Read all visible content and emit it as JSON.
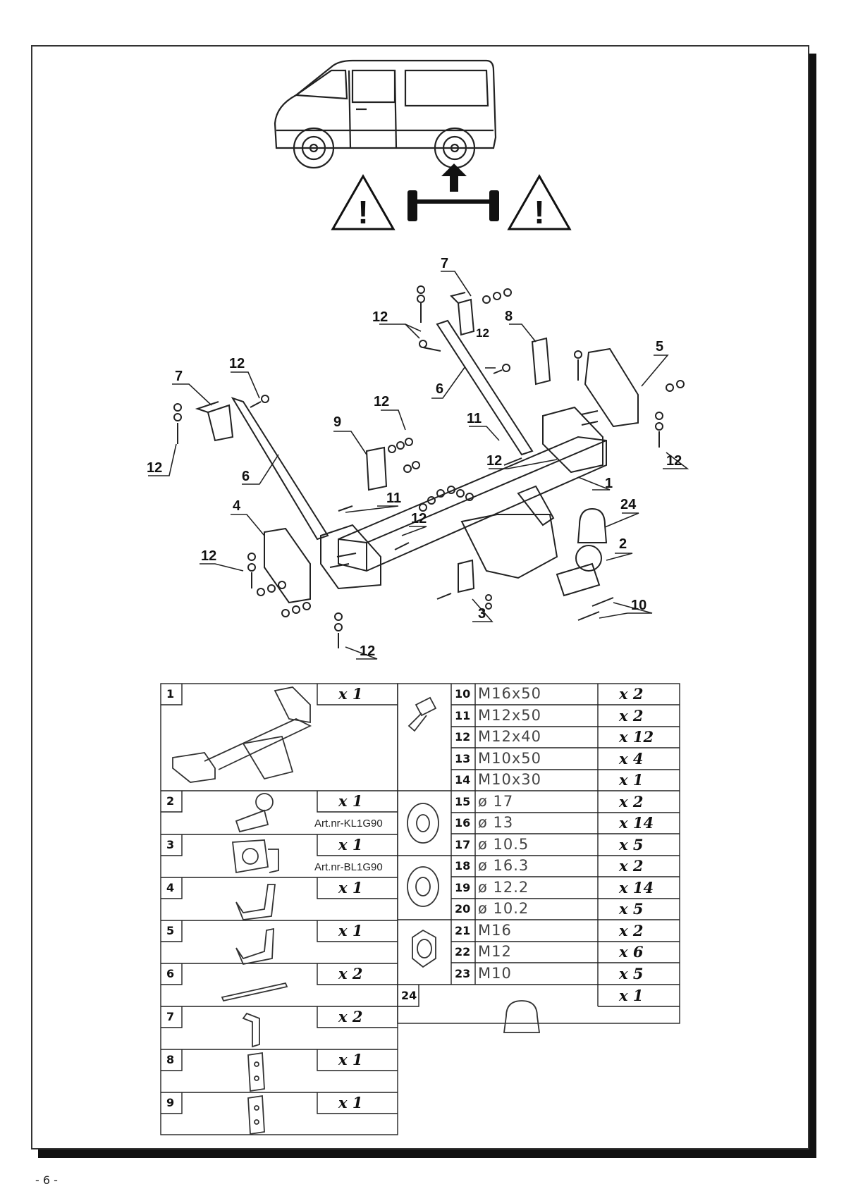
{
  "page": {
    "number": "- 6 -"
  },
  "warning": {
    "symbol": "!"
  },
  "diagram_labels": [
    {
      "key": "l7a",
      "text": "7"
    },
    {
      "key": "l12a",
      "text": "12"
    },
    {
      "key": "l8",
      "text": "8"
    },
    {
      "key": "l12b",
      "text": "12"
    },
    {
      "key": "l5",
      "text": "5"
    },
    {
      "key": "l6a",
      "text": "6"
    },
    {
      "key": "l11a",
      "text": "11"
    },
    {
      "key": "l12c",
      "text": "12"
    },
    {
      "key": "l12d",
      "text": "12"
    },
    {
      "key": "l1",
      "text": "1"
    },
    {
      "key": "l7b",
      "text": "7"
    },
    {
      "key": "l12e",
      "text": "12"
    },
    {
      "key": "l12f",
      "text": "12"
    },
    {
      "key": "l9",
      "text": "9"
    },
    {
      "key": "l12g",
      "text": "12"
    },
    {
      "key": "l6b",
      "text": "6"
    },
    {
      "key": "l11b",
      "text": "11"
    },
    {
      "key": "l24",
      "text": "24"
    },
    {
      "key": "l4",
      "text": "4"
    },
    {
      "key": "l12h",
      "text": "12"
    },
    {
      "key": "l2",
      "text": "2"
    },
    {
      "key": "l12i",
      "text": "12"
    },
    {
      "key": "l10",
      "text": "10"
    },
    {
      "key": "l3",
      "text": "3"
    },
    {
      "key": "l12j",
      "text": "12"
    }
  ],
  "parts_left": [
    {
      "num": "1",
      "qty": "x 1",
      "art": ""
    },
    {
      "num": "2",
      "qty": "x 1",
      "art": "Art.nr-KL1G90"
    },
    {
      "num": "3",
      "qty": "x 1",
      "art": "Art.nr-BL1G90"
    },
    {
      "num": "4",
      "qty": "x 1",
      "art": ""
    },
    {
      "num": "5",
      "qty": "x 1",
      "art": ""
    },
    {
      "num": "6",
      "qty": "x 2",
      "art": ""
    },
    {
      "num": "7",
      "qty": "x 2",
      "art": ""
    },
    {
      "num": "8",
      "qty": "x 1",
      "art": ""
    },
    {
      "num": "9",
      "qty": "x 1",
      "art": ""
    }
  ],
  "parts_right": [
    {
      "num": "10",
      "size": "M16x50",
      "qty": "x 2"
    },
    {
      "num": "11",
      "size": "M12x50",
      "qty": "x 2"
    },
    {
      "num": "12",
      "size": "M12x40",
      "qty": "x 12"
    },
    {
      "num": "13",
      "size": "M10x50",
      "qty": "x 4"
    },
    {
      "num": "14",
      "size": "M10x30",
      "qty": "x 1"
    },
    {
      "num": "15",
      "size": "ø 17",
      "qty": "x 2"
    },
    {
      "num": "16",
      "size": "ø 13",
      "qty": "x 14"
    },
    {
      "num": "17",
      "size": "ø 10.5",
      "qty": "x 5"
    },
    {
      "num": "18",
      "size": "ø 16.3",
      "qty": "x 2"
    },
    {
      "num": "19",
      "size": "ø 12.2",
      "qty": "x 14"
    },
    {
      "num": "20",
      "size": "ø 10.2",
      "qty": "x 5"
    },
    {
      "num": "21",
      "size": "M16",
      "qty": "x 2"
    },
    {
      "num": "22",
      "size": "M12",
      "qty": "x 6"
    },
    {
      "num": "23",
      "size": "M10",
      "qty": "x 5"
    }
  ],
  "part_24": {
    "num": "24",
    "qty": "x 1"
  }
}
